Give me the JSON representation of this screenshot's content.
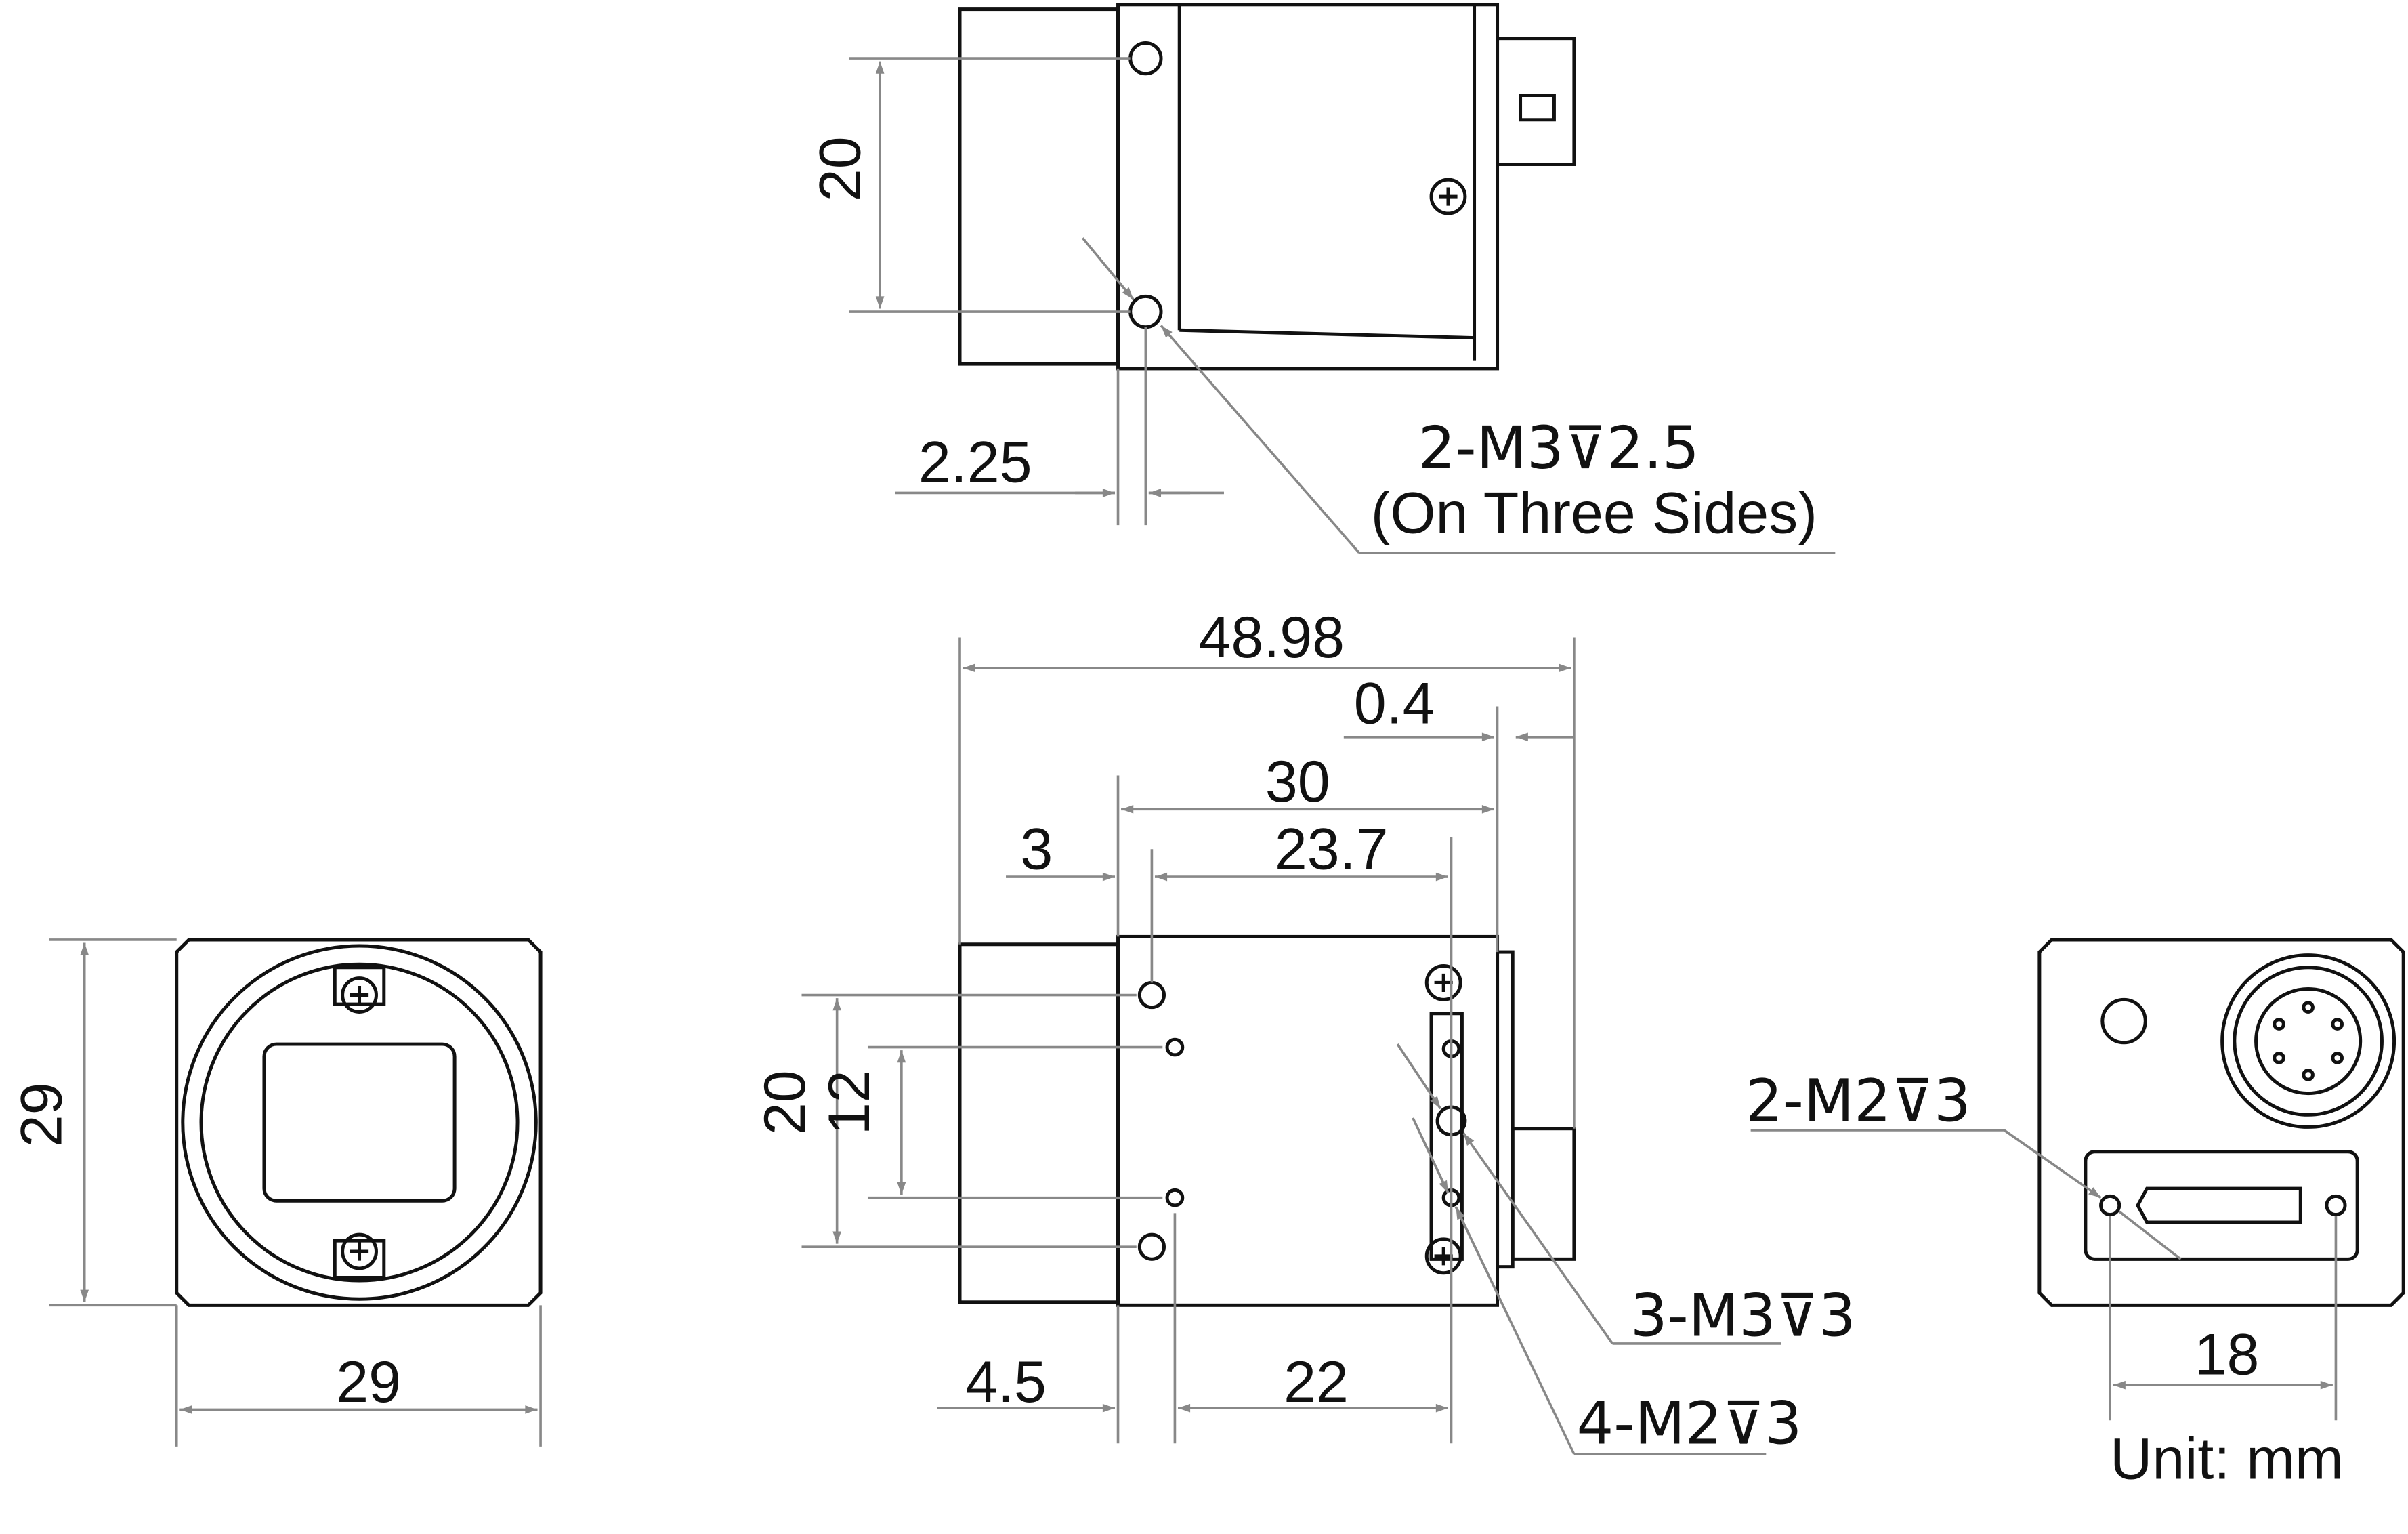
{
  "title": "Camera dimension drawing",
  "top_view": {
    "dim_hole_spacing": "20",
    "dim_hole_offset": "2.25",
    "callout_line1": "2-M3⊽2.5",
    "callout_line2": "(On Three Sides)"
  },
  "side_view": {
    "dim_total_length": "48.98",
    "dim_flange_gap": "0.4",
    "dim_body": "30",
    "dim_hole_start": "3",
    "dim_hole_span": "23.7",
    "dim_hole_spacing_outer": "20",
    "dim_hole_spacing_inner": "12",
    "dim_bottom_offset": "4.5",
    "dim_bottom_span": "22",
    "callout_m3": "3-M3⊽3",
    "callout_m2": "4-M2⊽3"
  },
  "front_view": {
    "dim_height": "29",
    "dim_width": "29"
  },
  "rear_view": {
    "callout": "2-M2⊽3",
    "dim_hole_spacing": "18"
  },
  "unit_label": "Unit: mm",
  "colors": {
    "outline": "#111111",
    "dimension": "#888888"
  }
}
